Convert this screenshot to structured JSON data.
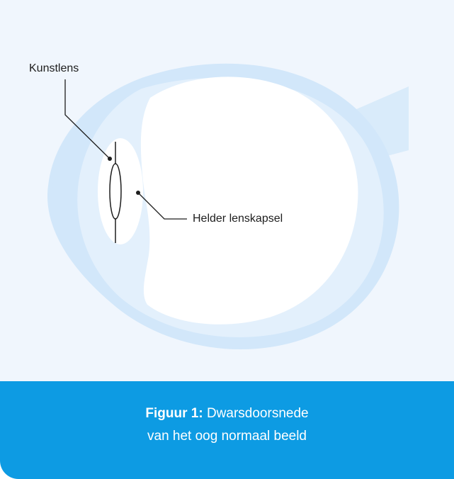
{
  "labels": {
    "lens": "Kunstlens",
    "capsule": "Helder lenskapsel"
  },
  "caption": {
    "prefix": "Figuur 1:",
    "line1_rest": " Dwarsdoorsnede",
    "line2": "van het oog normaal beeld"
  },
  "colors": {
    "background": "#f0f6fd",
    "eye_wall": "#cfe6f9",
    "eye_inner": "#ffffff",
    "caption_bg": "#0d9be3",
    "caption_text": "#ffffff",
    "line": "#1d1d1d"
  }
}
